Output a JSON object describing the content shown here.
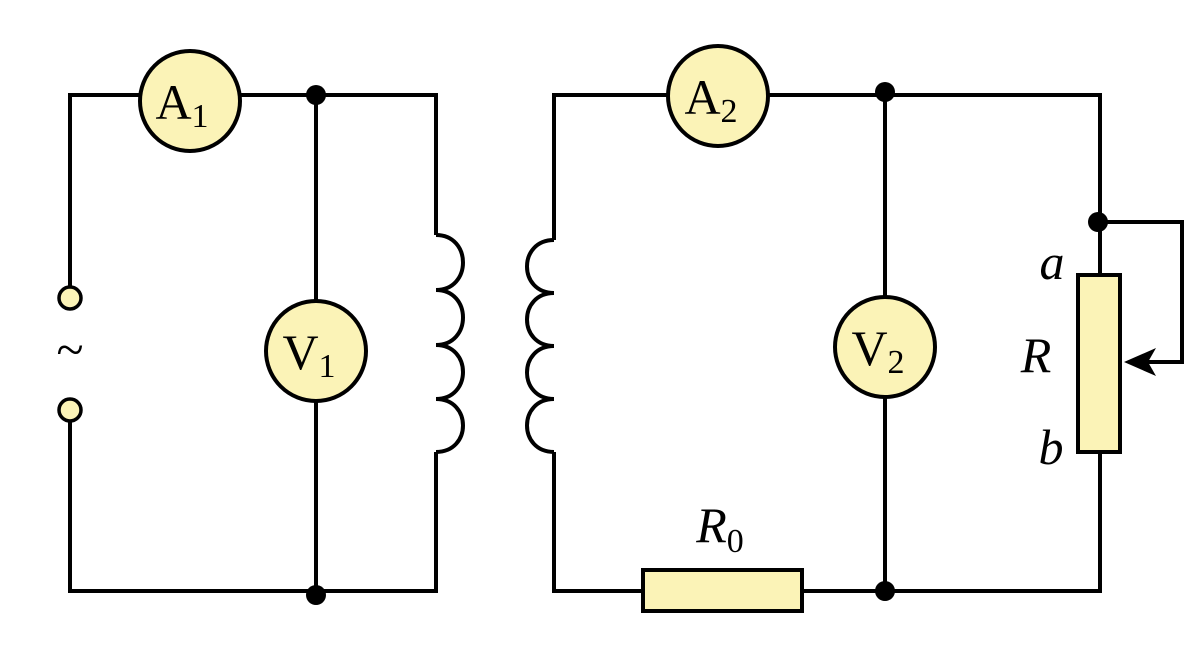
{
  "primary": {
    "ammeter": {
      "letter": "A",
      "sub": "1"
    },
    "voltmeter": {
      "letter": "V",
      "sub": "1"
    },
    "source_symbol": "~"
  },
  "secondary": {
    "ammeter": {
      "letter": "A",
      "sub": "2"
    },
    "voltmeter": {
      "letter": "V",
      "sub": "2"
    },
    "fixed_resistor": {
      "letter": "R",
      "sub": "0"
    },
    "rheostat": {
      "letter": "R",
      "end_a": "a",
      "end_b": "b"
    }
  },
  "colors": {
    "component_fill": "#fbf3b7",
    "wire": "#000000"
  }
}
